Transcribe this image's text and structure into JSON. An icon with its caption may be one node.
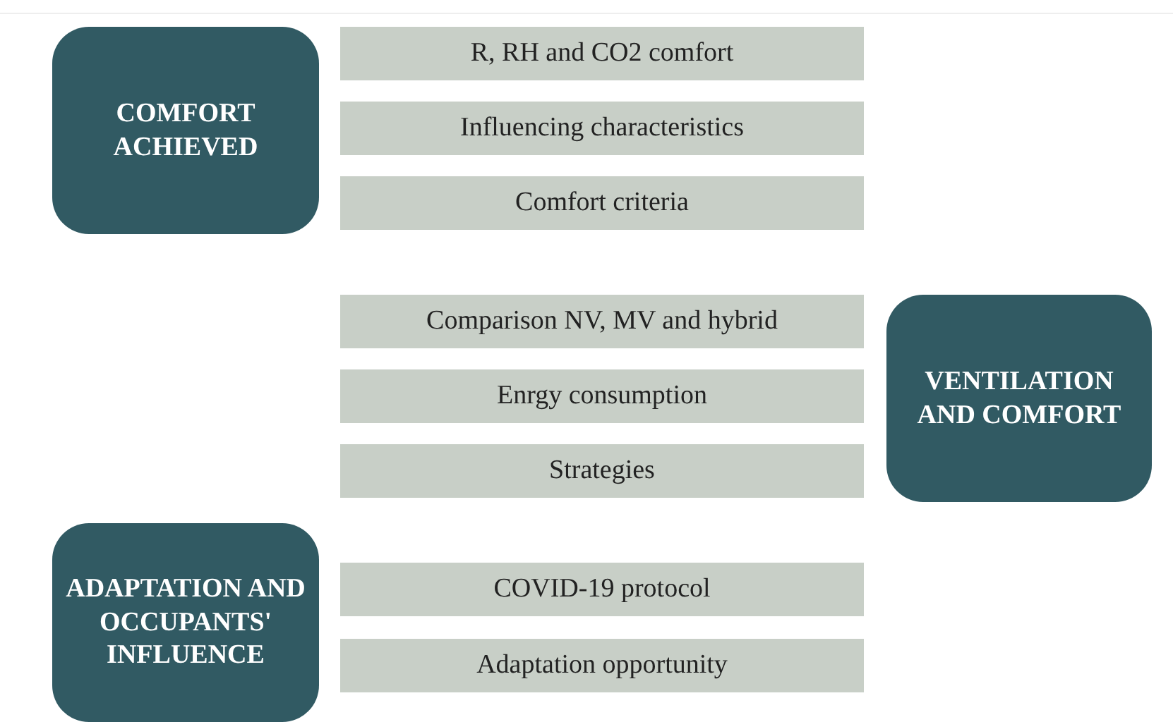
{
  "diagram": {
    "nodes": [
      {
        "text": [
          "COMFORT ACHIEVED"
        ]
      },
      {
        "text": [
          "R, RH and CO2 comfort"
        ]
      },
      {
        "text": [
          "Influencing characteristics"
        ]
      },
      {
        "text": [
          "Comfort criteria"
        ]
      },
      {
        "text": [
          "Comparison NV, MV and hybrid"
        ]
      },
      {
        "text": [
          "Enrgy consumption"
        ]
      },
      {
        "text": [
          "Strategies"
        ]
      },
      {
        "text": [
          "VENTILATION AND COMFORT"
        ]
      },
      {
        "text": [
          "ADAPTATION AND OCCUPANTS' INFLUENCE"
        ]
      },
      {
        "text": [
          "COVID-19 protocol"
        ]
      },
      {
        "text": [
          "Adaptation opportunity"
        ]
      }
    ]
  }
}
